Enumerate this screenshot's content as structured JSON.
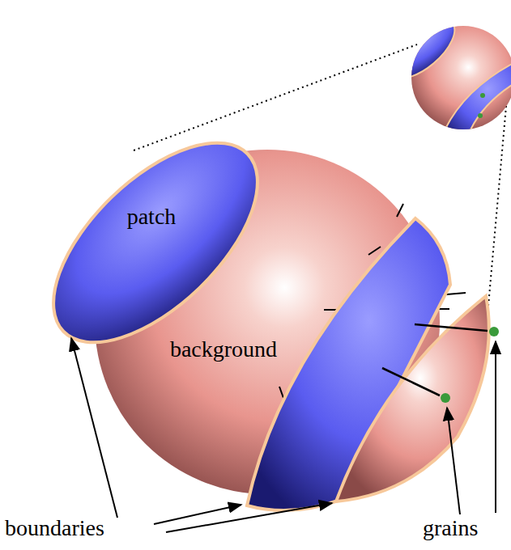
{
  "diagram": {
    "nodes": [
      {
        "text": [
          "patch"
        ]
      },
      {
        "text": [
          "background"
        ]
      }
    ],
    "labels": [
      "boundaries",
      "grains"
    ]
  }
}
